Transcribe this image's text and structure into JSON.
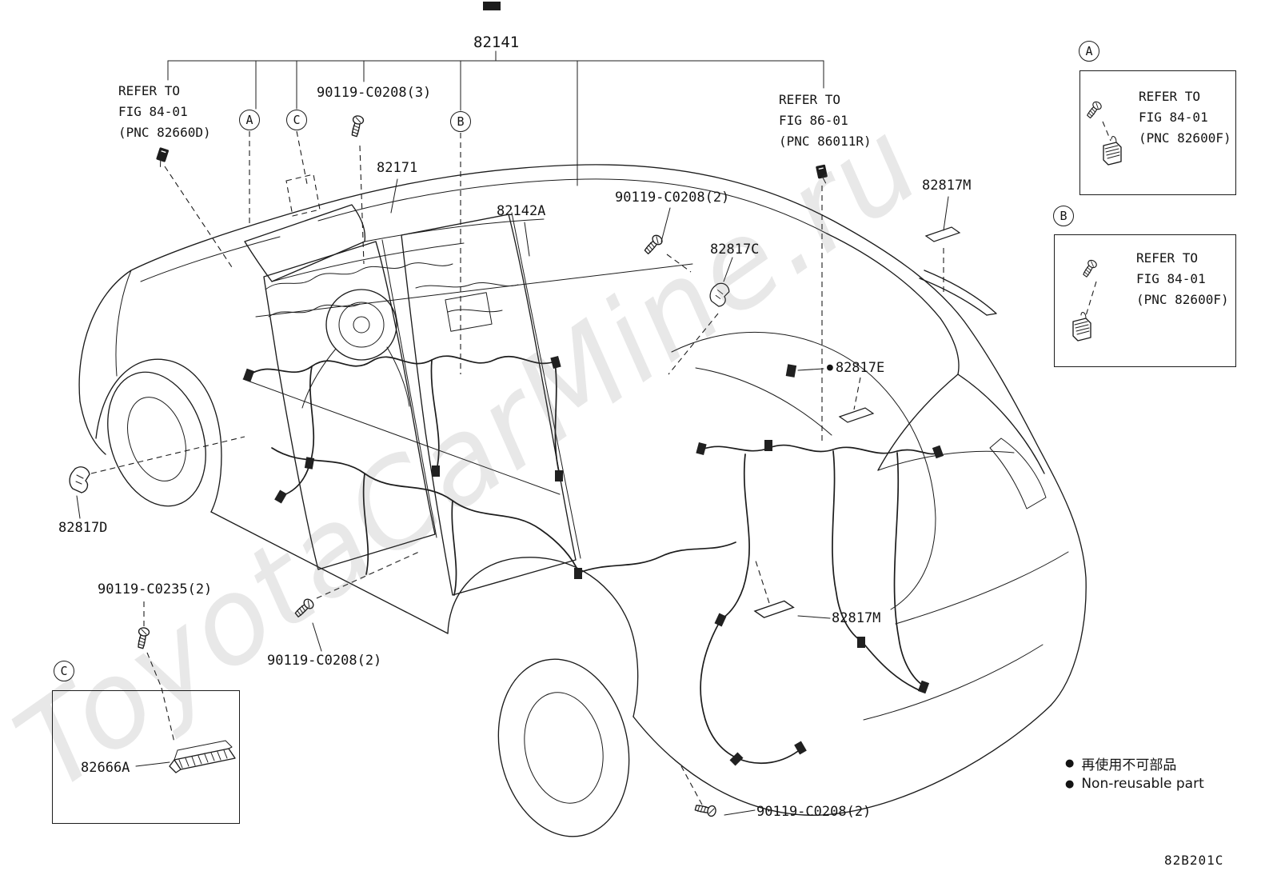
{
  "page": {
    "diagram_code": "82B201C",
    "watermark": "ToyotaCarMine.ru",
    "line_color": "#1c1c1c",
    "background": "#ffffff"
  },
  "parts": {
    "p82141": "82141",
    "p90119_c0208_3": "90119-C0208(3)",
    "p82171": "82171",
    "p82142a": "82142A",
    "p90119_c0208_2_top": "90119-C0208(2)",
    "p82817m_top": "82817M",
    "p82817c": "82817C",
    "p82817e": "82817E",
    "p82817d": "82817D",
    "p90119_c0235_2": "90119-C0235(2)",
    "p90119_c0208_2_mid": "90119-C0208(2)",
    "p82817m_bottom": "82817M",
    "p82666a": "82666A",
    "p90119_c0208_2_bottom": "90119-C0208(2)"
  },
  "refer_notes": {
    "r1": {
      "l1": "REFER TO",
      "l2": "FIG 84-01",
      "l3": "(PNC 82660D)"
    },
    "r2": {
      "l1": "REFER TO",
      "l2": "FIG 86-01",
      "l3": "(PNC 86011R)"
    },
    "ra": {
      "l1": "REFER TO",
      "l2": "FIG 84-01",
      "l3": "(PNC 82600F)"
    },
    "rb": {
      "l1": "REFER TO",
      "l2": "FIG 84-01",
      "l3": "(PNC 82600F)"
    }
  },
  "callouts": {
    "top_a": "A",
    "top_c": "C",
    "top_b": "B",
    "box_a": "A",
    "box_b": "B",
    "box_c": "C"
  },
  "legend": {
    "bullet": "●",
    "jp": "再使用不可部品",
    "en": "Non-reusable part"
  }
}
